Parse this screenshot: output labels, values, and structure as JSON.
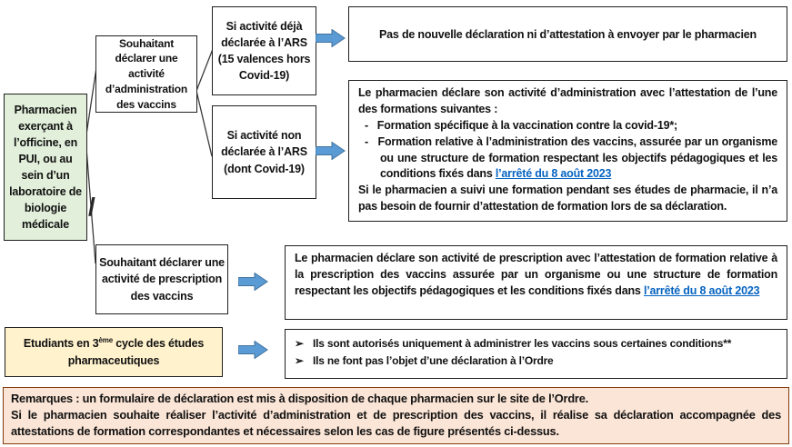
{
  "palette": {
    "source_fill": "#E2EFDA",
    "students_fill": "#FFF2CC",
    "remarks_fill": "#FBE5D6",
    "remarks_border": "#843C0C",
    "arrow_fill": "#5B9BD5",
    "arrow_stroke": "#41719C",
    "link_color": "#0563C1"
  },
  "connector_slash": "/",
  "source": {
    "label": "Pharmacien exerçant à l’officine, en PUI, ou au sein d’un laboratoire de biologie médicale"
  },
  "admin": {
    "trigger": "Souhaitant déclarer une activité d’administration des vaccins",
    "case_declared": "Si activité déjà déclarée à l’ARS (15 valences hors Covid-19)",
    "case_not_declared": "Si activité non déclarée à l’ARS (dont Covid-19)",
    "result_declared": "Pas de nouvelle déclaration ni d’attestation à envoyer par le pharmacien",
    "result_not_declared": {
      "intro": "Le pharmacien déclare son activité d’administration avec l’attestation de l’une des formations suivantes :",
      "dash": "-",
      "item1": "Formation spécifique à la vaccination contre la covid-19*;",
      "item2_text": "Formation relative à l’administration des vaccins, assurée par un organisme ou une structure de formation respectant les objectifs pédagogiques et les conditions fixés dans ",
      "item2_link": "l’arrêté du 8 août 2023",
      "note": "Si le pharmacien a suivi une formation pendant ses études de pharmacie, il n’a pas besoin de fournir d’attestation de formation lors de sa déclaration."
    }
  },
  "prescription": {
    "trigger": "Souhaitant déclarer une activité de prescription des vaccins",
    "result_text": "Le pharmacien déclare son activité de prescription avec l’attestation de formation relative à la prescription des vaccins assurée par un organisme ou une structure de formation respectant les objectifs pédagogiques et les conditions fixés dans ",
    "result_link": "l’arrêté du 8 août 2023"
  },
  "students": {
    "trigger_pre": "Etudiants en 3",
    "trigger_sup": "ème",
    "trigger_post": " cycle des études pharmaceutiques",
    "bullet_glyph": "➢",
    "bullets": [
      "Ils sont autorisés uniquement à administrer les vaccins sous certaines conditions**",
      "Ils ne font pas l’objet d’une déclaration à l’Ordre"
    ]
  },
  "remarks": {
    "line1": "Remarques : un formulaire de déclaration est mis à disposition de chaque pharmacien sur le site de l’Ordre.",
    "line2": "Si le pharmacien souhaite réaliser l’activité d’administration et de prescription des vaccins, il réalise sa déclaration accompagnée des attestations de formation correspondantes et nécessaires selon les cas de figure présentés ci-dessus."
  }
}
